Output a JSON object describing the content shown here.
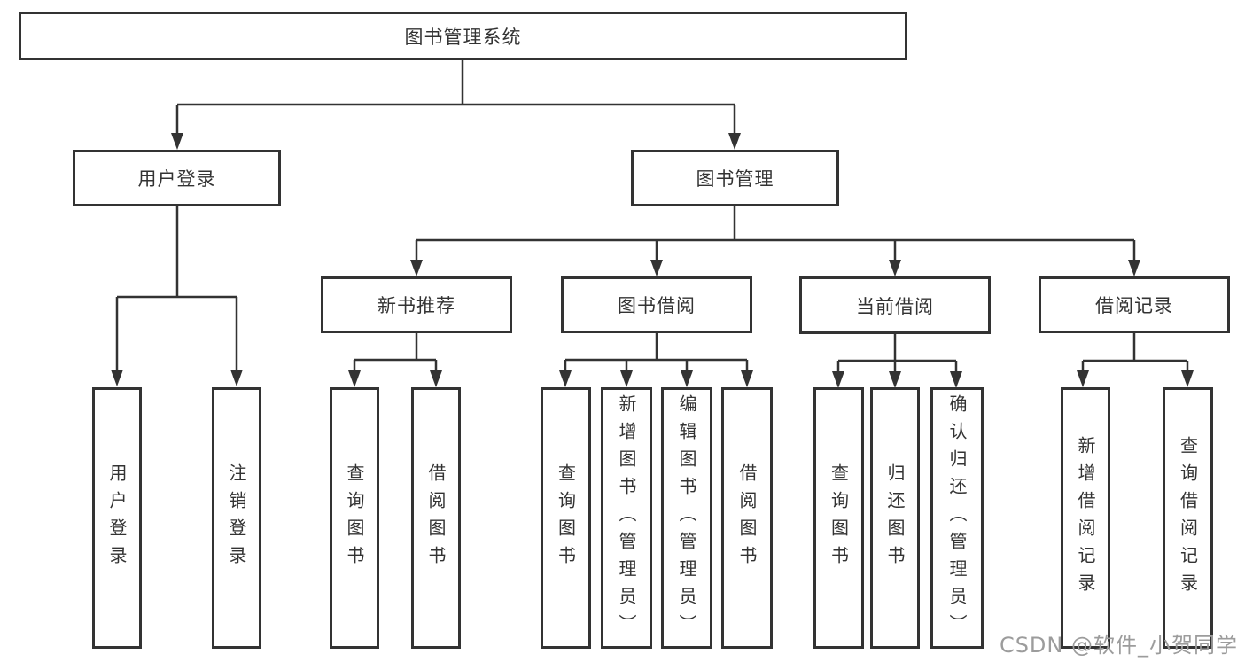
{
  "colors": {
    "line": "#333333",
    "text": "#333333",
    "box_background": "#ffffff",
    "page_background": "#ffffff",
    "watermark": "#9c9c9c"
  },
  "watermark": {
    "text": "CSDN @软件_小贺同学"
  },
  "tree": {
    "root": {
      "label": "图书管理系统",
      "children": [
        {
          "label": "用户登录",
          "children": [
            {
              "label": "用户登录"
            },
            {
              "label": "注销登录"
            }
          ]
        },
        {
          "label": "图书管理",
          "children": [
            {
              "label": "新书推荐",
              "children": [
                {
                  "label": "查询图书"
                },
                {
                  "label": "借阅图书"
                }
              ]
            },
            {
              "label": "图书借阅",
              "children": [
                {
                  "label": "查询图书"
                },
                {
                  "label": "新增图书（管理员）"
                },
                {
                  "label": "编辑图书（管理员）"
                },
                {
                  "label": "借阅图书"
                }
              ]
            },
            {
              "label": "当前借阅",
              "children": [
                {
                  "label": "查询图书"
                },
                {
                  "label": "归还图书"
                },
                {
                  "label": "确认归还（管理员）"
                }
              ]
            },
            {
              "label": "借阅记录",
              "children": [
                {
                  "label": "新增借阅记录"
                },
                {
                  "label": "查询借阅记录"
                }
              ]
            }
          ]
        }
      ]
    }
  }
}
